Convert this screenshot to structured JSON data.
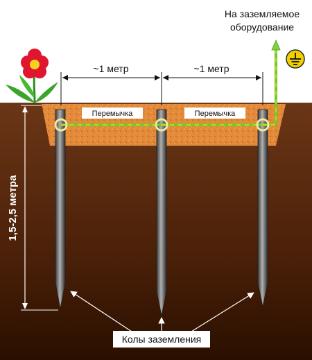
{
  "top_label_line1": "На заземляемое",
  "top_label_line2": "оборудование",
  "spacing_left": "~1 метр",
  "spacing_right": "~1 метр",
  "jumper_left": "Перемычка",
  "jumper_right": "Перемычка",
  "depth_label": "1,5-2,5 метра",
  "rods_label": "Колы заземления",
  "colors": {
    "soil_top": "#6b3616",
    "soil_bottom": "#2a0f00",
    "trench": "#e08a3c",
    "wire_green": "#6ccc2c",
    "wire_yellow": "#e6d21a",
    "rod": "#808080",
    "ground_symbol": "#f0d000"
  }
}
